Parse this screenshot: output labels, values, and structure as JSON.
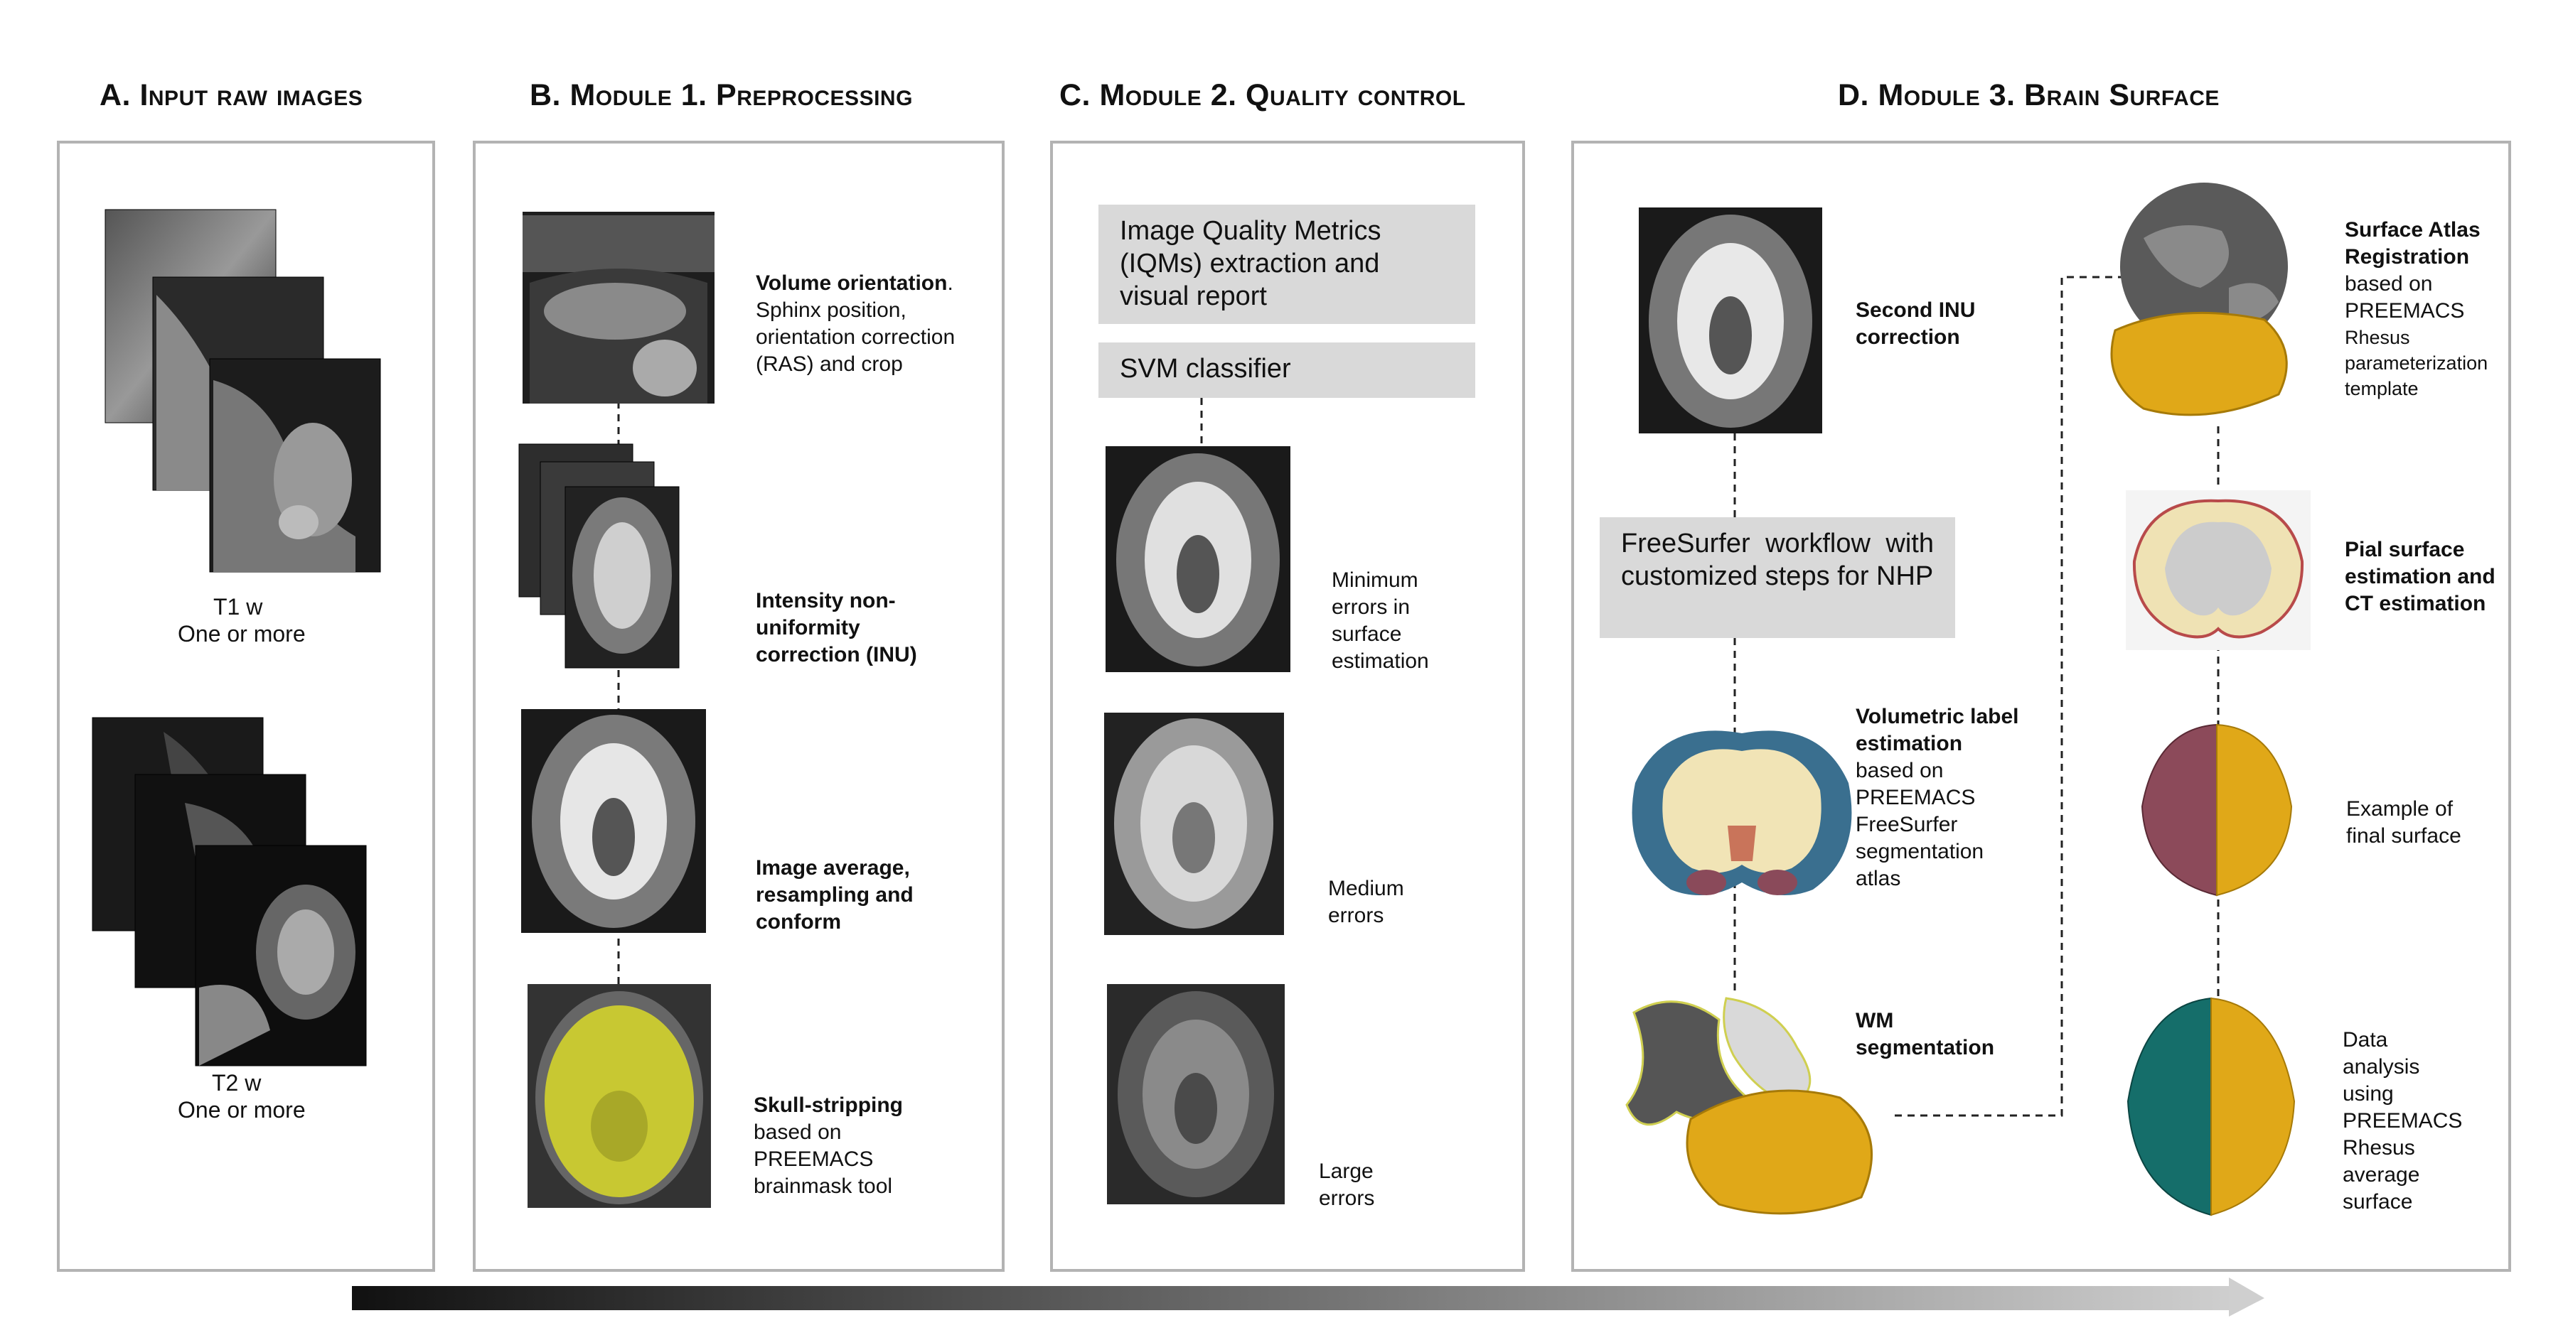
{
  "panels": {
    "a": {
      "title": "A. Input raw images",
      "t1_line1": "T1 w",
      "t1_line2": "One or more",
      "t2_line1": "T2 w",
      "t2_line2": "One or more"
    },
    "b": {
      "title": "B. Module 1. Preprocessing",
      "step1_bold": "Volume orientation",
      "step1_rest": ". Sphinx position, orientation correction (RAS) and crop",
      "step2_bold": "Intensity non-uniformity correction (INU)",
      "step3_bold": "Image average, resampling and conform",
      "step4_bold": "Skull-stripping",
      "step4_rest": "based on PREEMACS brainmask tool"
    },
    "c": {
      "title": "C. Module 2. Quality control",
      "box1": "Image Quality Metrics (IQMs) extraction and visual report",
      "box2": "SVM classifier",
      "label1": "Minimum errors in surface estimation",
      "label2": "Medium errors",
      "label3": "Large errors"
    },
    "d": {
      "title": "D.  Module 3. Brain Surface",
      "second_inu": "Second INU correction",
      "freesurfer_box": "FreeSurfer workflow with customized steps for NHP",
      "volumetric_bold": "Volumetric label estimation",
      "volumetric_rest": "based on PREEMACS FreeSurfer segmentation atlas",
      "wm_seg": "WM segmentation",
      "atlas_bold": "Surface Atlas Registration",
      "atlas_rest1": "based on PREEMACS",
      "atlas_rest2": "Rhesus parameterization template",
      "pial": "Pial surface estimation and CT estimation",
      "final_surface": "Example of final surface",
      "data_analysis": "Data analysis using PREEMACS Rhesus average surface"
    }
  },
  "colors": {
    "border": "#b3b3b3",
    "box": "#d9d9d9",
    "gold": "#e0a818",
    "teal": "#156e6a",
    "mauve": "#8c4a5a",
    "skull": "#c8c832"
  }
}
